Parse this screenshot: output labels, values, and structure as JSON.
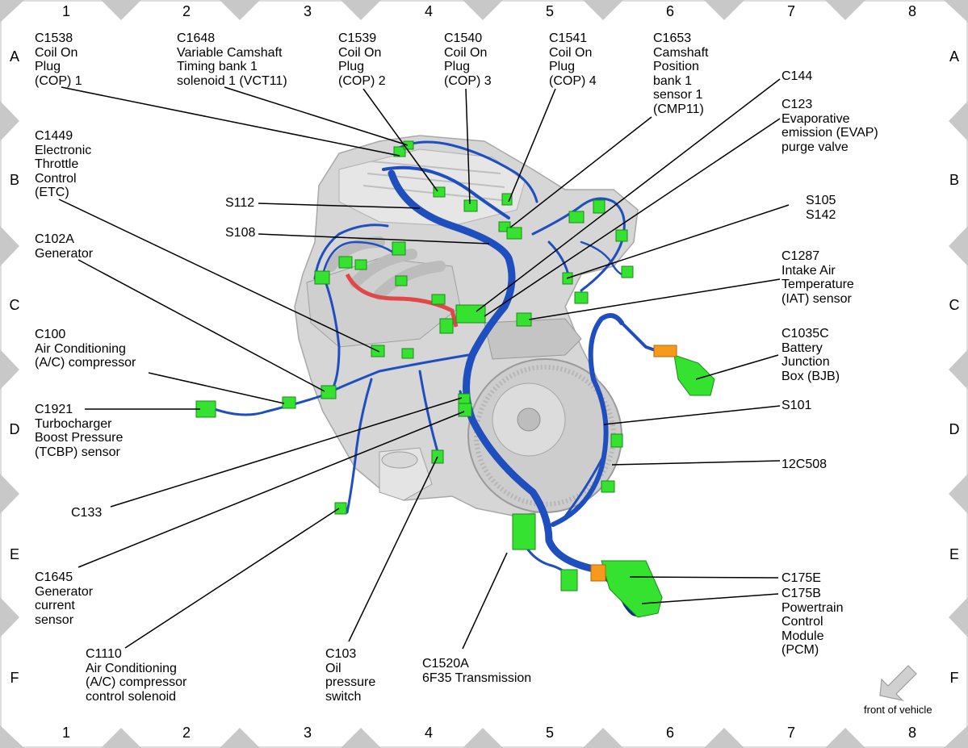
{
  "grid": {
    "columns": [
      "1",
      "2",
      "3",
      "4",
      "5",
      "6",
      "7",
      "8"
    ],
    "rows": [
      "A",
      "B",
      "C",
      "D",
      "E",
      "F"
    ]
  },
  "labels": {
    "c1538": "C1538\nCoil On\nPlug\n(COP) 1",
    "c1648": "C1648\nVariable Camshaft\nTiming bank 1\nsolenoid 1 (VCT11)",
    "c1539": "C1539\nCoil On\nPlug\n(COP) 2",
    "c1540": "C1540\nCoil On\nPlug\n(COP) 3",
    "c1541": "C1541\nCoil On\nPlug\n(COP) 4",
    "c1653": "C1653\nCamshaft\nPosition\nbank 1\nsensor 1\n(CMP11)",
    "c144": "C144",
    "c123": "C123\nEvaporative\nemission (EVAP)\npurge valve",
    "c1449": "C1449\nElectronic\nThrottle\nControl\n(ETC)",
    "s112": "S112",
    "s108": "S108",
    "s105": "S105\nS142",
    "c102a": "C102A\nGenerator",
    "c1287": "C1287\nIntake Air\nTemperature\n(IAT) sensor",
    "c100": "C100\nAir Conditioning\n(A/C) compressor",
    "c1035c": "C1035C\nBattery\nJunction\nBox (BJB)",
    "c1921": "C1921\nTurbocharger\nBoost Pressure\n(TCBP) sensor",
    "s101": "S101",
    "c12c508": "12C508",
    "c133": "C133",
    "c1645": "C1645\nGenerator\ncurrent\nsensor",
    "c175e": "C175E",
    "c175b": "C175B\nPowertrain\nControl\nModule\n(PCM)",
    "c1110": "C1110\nAir Conditioning\n(A/C) compressor\ncontrol solenoid",
    "c103": "C103\nOil\npressure\nswitch",
    "c1520a": "C1520A\n6F35 Transmission"
  },
  "front_of_vehicle": "front of vehicle",
  "colors": {
    "harness": "#1f4fbf",
    "harness_dark": "#0d2f8a",
    "connector": "#34e22f",
    "connector_dark": "#1a8a1a",
    "orange": "#f59a1a",
    "red_harness": "#e04848",
    "engine": "#d9d9d9",
    "border_tri": "#c8c8c8"
  }
}
